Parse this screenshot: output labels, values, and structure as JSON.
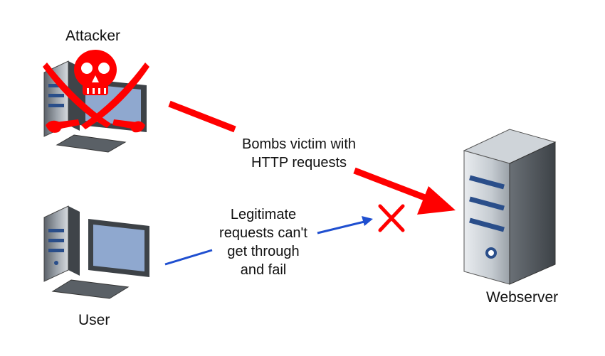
{
  "nodes": {
    "attacker": {
      "label": "Attacker"
    },
    "user": {
      "label": "User"
    },
    "webserver": {
      "label": "Webserver"
    }
  },
  "edges": {
    "attack": {
      "line1": "Bombs victim with",
      "line2": "HTTP requests",
      "color": "#ff0000"
    },
    "legit": {
      "line1": "Legitimate",
      "line2": "requests can't",
      "line3": "get through",
      "line4": "and fail",
      "color": "#1f4fd0"
    }
  },
  "icons": {
    "attacker_computer": "desktop-computer-icon",
    "skull": "skull-crossbones-icon",
    "user_computer": "desktop-computer-icon",
    "server": "server-tower-icon",
    "blocked": "red-x-icon"
  },
  "colors": {
    "server_stripe": "#2a4e8a",
    "screen": "#8fa8cf",
    "danger": "#ff0000"
  }
}
